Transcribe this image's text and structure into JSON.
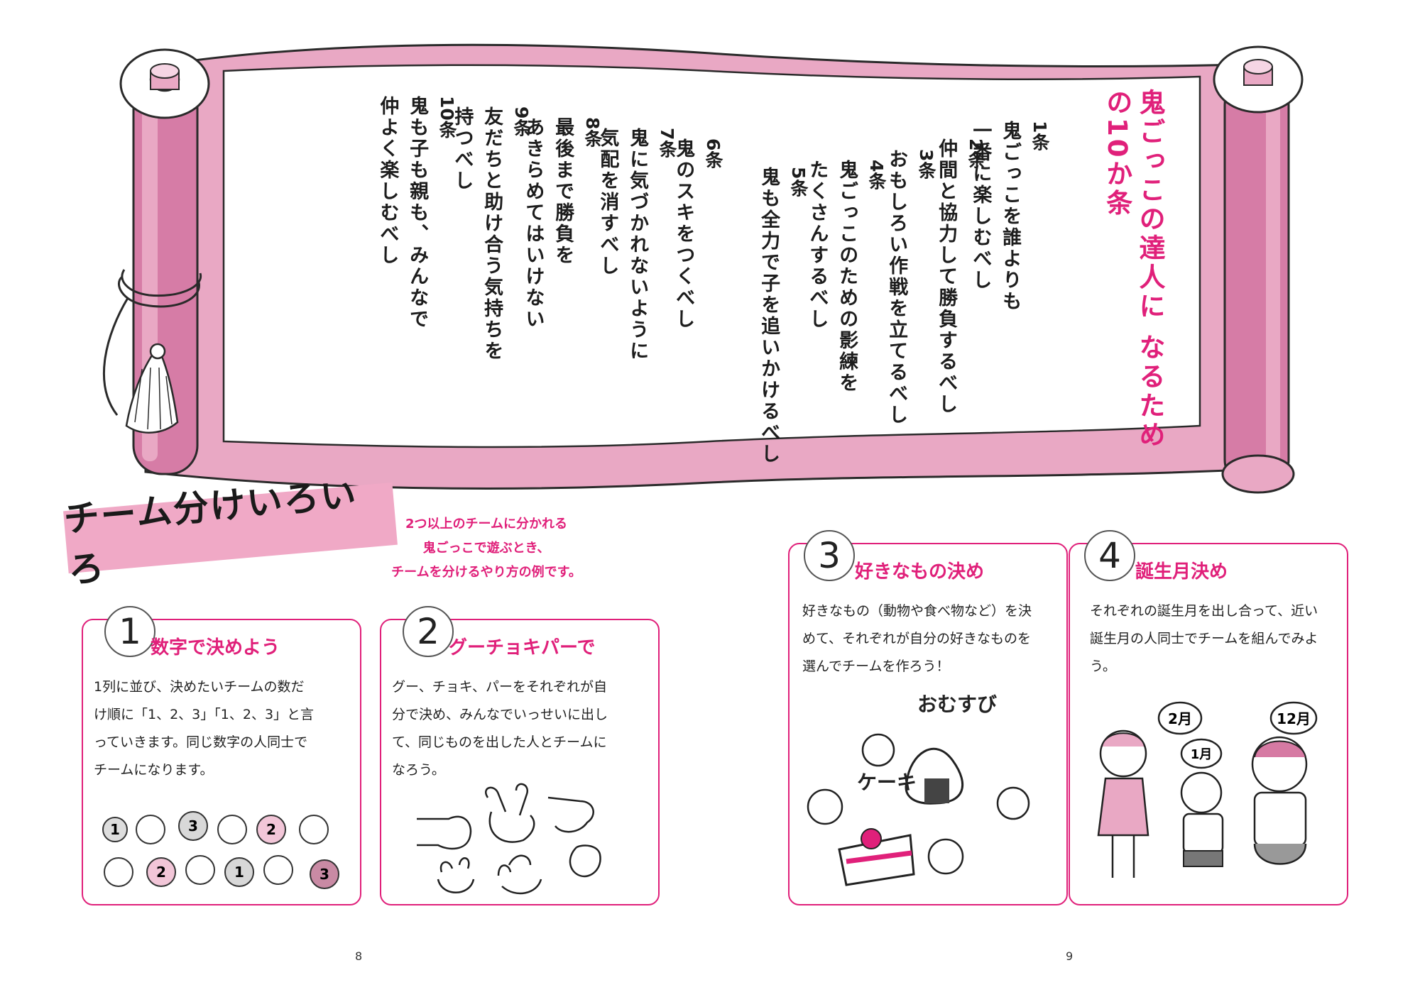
{
  "scroll": {
    "title_lines": [
      "鬼ごっこの達人に",
      "なるための10か条"
    ],
    "articles": [
      {
        "num": "1条",
        "lines": [
          "鬼ごっこを誰よりも",
          "一番に楽しむべし"
        ]
      },
      {
        "num": "2条",
        "lines": [
          "仲間と協力して勝負するべし"
        ]
      },
      {
        "num": "3条",
        "lines": [
          "おもしろい作戦を立てるべし"
        ]
      },
      {
        "num": "4条",
        "lines": [
          "鬼ごっこのための影練を",
          "たくさんするべし"
        ]
      },
      {
        "num": "5条",
        "lines": [
          "鬼も全力で子を追いかけるべし"
        ]
      },
      {
        "num": "6条",
        "lines": [
          "鬼のスキをつくべし"
        ]
      },
      {
        "num": "7条",
        "lines": [
          "鬼に気づかれないように",
          "気配を消すべし"
        ]
      },
      {
        "num": "8条",
        "lines": [
          "最後まで勝負を",
          "あきらめてはいけない"
        ]
      },
      {
        "num": "9条",
        "lines": [
          "友だちと助け合う気持ちを",
          "持つべし"
        ]
      },
      {
        "num": "10条",
        "lines": [
          "鬼も子も親も、みんなで",
          "仲よく楽しむべし"
        ]
      }
    ]
  },
  "section": {
    "title": "チーム分けいろいろ",
    "description_lines": [
      "2つ以上のチームに分かれる",
      "鬼ごっこで遊ぶとき、",
      "チームを分けるやり方の例です。"
    ]
  },
  "cards": [
    {
      "number": "1",
      "title": "数字で決めよう",
      "body": "1列に並び、決めたいチームの数だけ順に「1、2、3」「1、2、3」と言っていきます。同じ数字の人同士でチームになります。",
      "tokens": [
        "1",
        "3",
        "2",
        "2",
        "1",
        "3"
      ]
    },
    {
      "number": "2",
      "title": "グーチョキパーで",
      "body": "グー、チョキ、パーをそれぞれが自分で決め、みんなでいっせいに出して、同じものを出した人とチームになろう。"
    },
    {
      "number": "3",
      "title": "好きなもの決め",
      "body": "好きなもの（動物や食べ物など）を決めて、それぞれが自分の好きなものを選んでチームを作ろう！",
      "art_labels": [
        "おむすび",
        "ケーキ"
      ]
    },
    {
      "number": "4",
      "title": "誕生月決め",
      "body": "それぞれの誕生月を出し合って、近い誕生月の人同士でチームを組んでみよう。",
      "art_labels": [
        "2月",
        "1月",
        "12月"
      ]
    }
  ],
  "pages": {
    "left": "8",
    "right": "9"
  },
  "colors": {
    "accent": "#e0207a",
    "scroll_pink": "#e6a6c2",
    "scroll_dark": "#d67aa3",
    "banner": "#f0a9c6"
  }
}
